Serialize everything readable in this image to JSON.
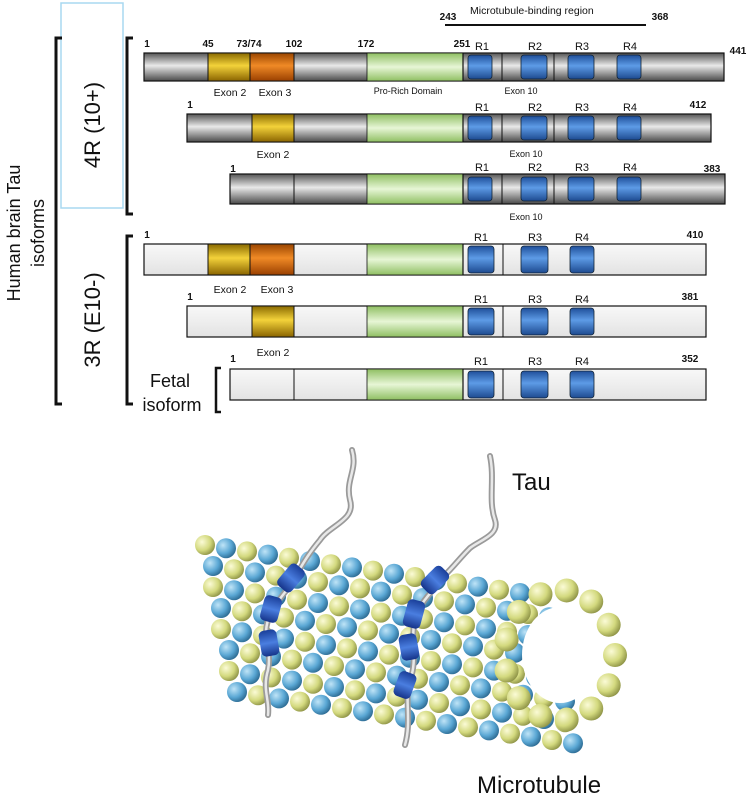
{
  "diagram": {
    "side_label": [
      "Human brain Tau",
      "isoforms"
    ],
    "group_4r_label": "4R (10+)",
    "group_3r_label": "3R (E10-)",
    "fetal_label": [
      "Fetal",
      "isoform"
    ],
    "mt_region_label": "Microtubule-binding region",
    "mt_region_start": "243",
    "mt_region_end": "368",
    "top_positions": [
      "1",
      "45",
      "73/74",
      "102",
      "172",
      "251"
    ],
    "pro_rich_label": "Pro-Rich Domain",
    "exon10_label": "Exon 10",
    "exon2_label": "Exon 2",
    "exon3_label": "Exon 3",
    "start_label": "1",
    "repeat_labels": [
      "R1",
      "R2",
      "R3",
      "R4"
    ],
    "isoform_lengths": [
      "441",
      "412",
      "383",
      "410",
      "381",
      "352"
    ],
    "illustration": {
      "tau_label": "Tau",
      "microtubule_label": "Microtubule"
    }
  },
  "colors": {
    "gray_bar": "#9a9a9a",
    "light_bar": "#f2f2f2",
    "exon2": "#d9a915",
    "exon3": "#e0781c",
    "pro_rich": "#b9dd8f",
    "repeat": "#3f7ed0",
    "tubulin_yellow": "#d6dc8a",
    "tubulin_blue": "#5aa9d6",
    "highlight_box": "#a8d8f0"
  }
}
